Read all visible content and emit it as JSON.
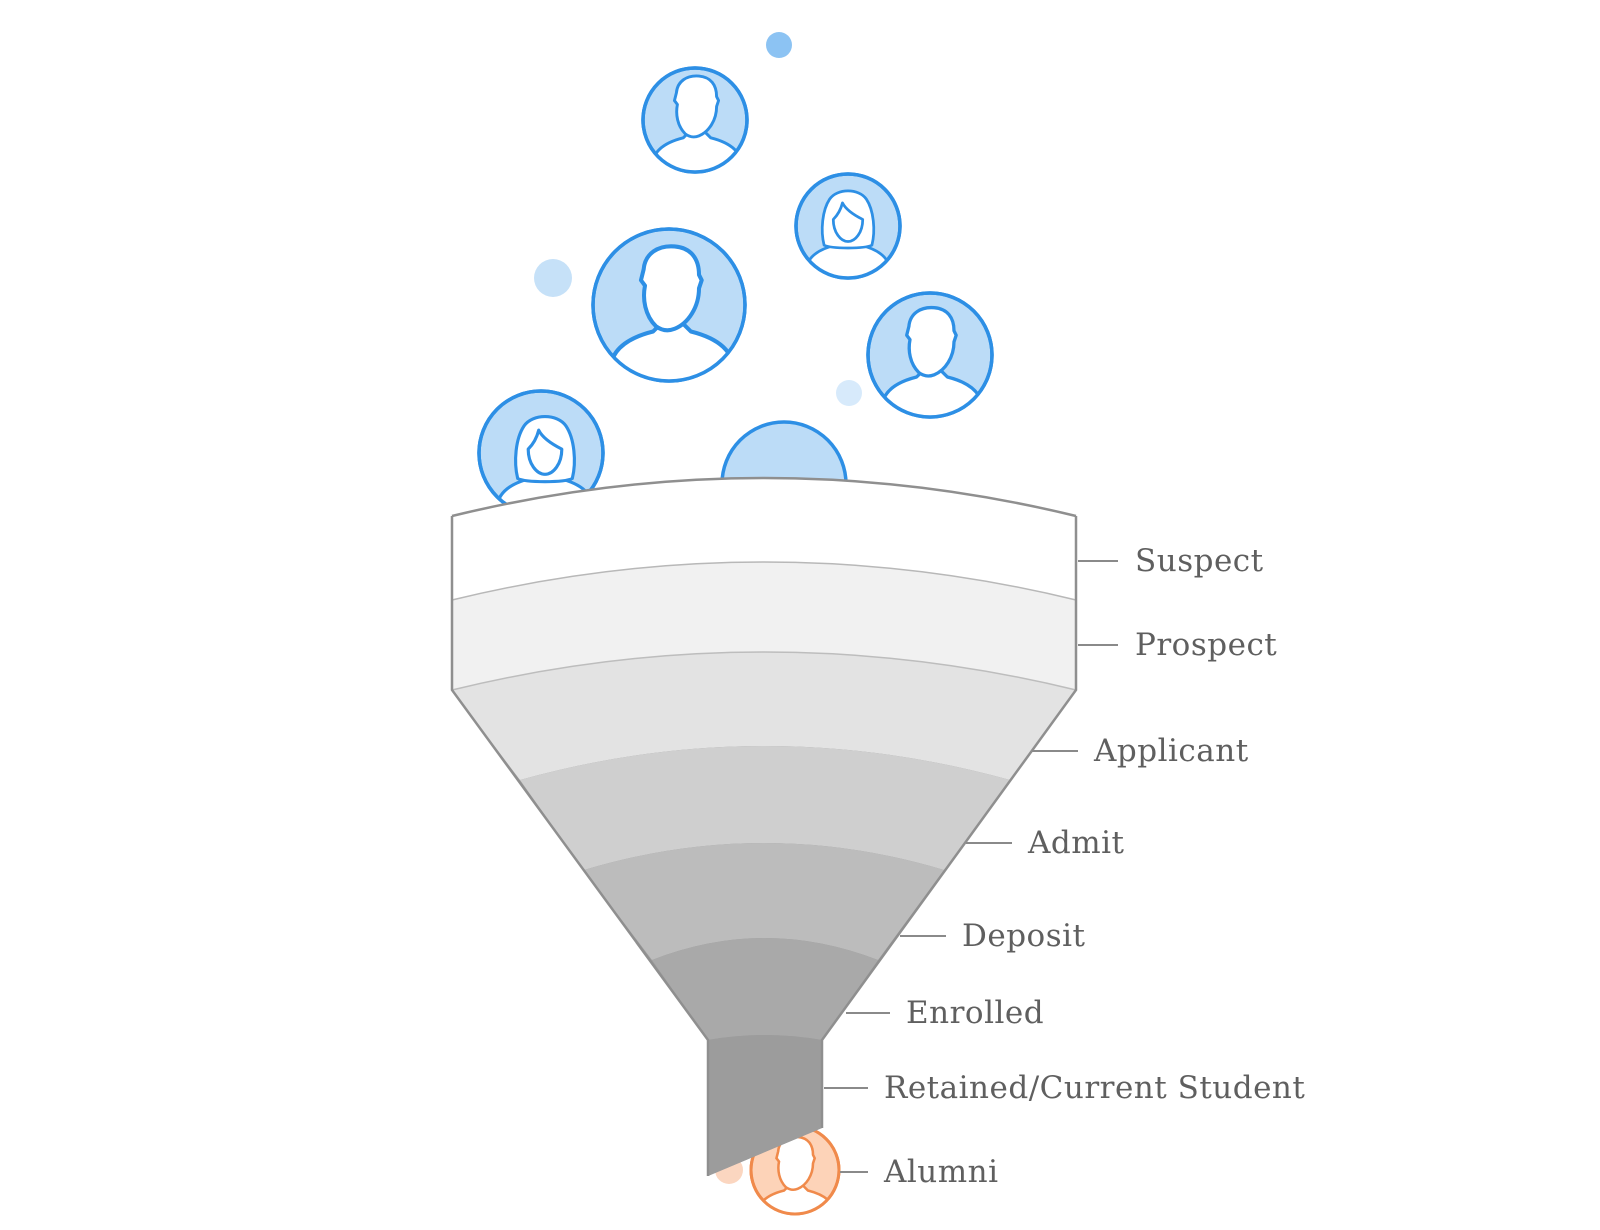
{
  "stages": [
    {
      "name": "Suspect"
    },
    {
      "name": "Prospect"
    },
    {
      "name": "Applicant"
    },
    {
      "name": "Admit"
    },
    {
      "name": "Deposit"
    },
    {
      "name": "Enrolled"
    },
    {
      "name": "Retained/Current Student"
    },
    {
      "name": "Alumni"
    }
  ],
  "colors": {
    "band_fills": [
      "#ffffff",
      "#f1f1f1",
      "#e3e3e3",
      "#cfcfcf",
      "#bcbcbc",
      "#a9a9a9",
      "#9c9c9c"
    ],
    "outline": "#8f8f8f",
    "label_text": "#5f5f5f",
    "person_fill": "#bcdcf7",
    "person_stroke": "#2d8fe5",
    "alumni_fill": "#fdd3b8",
    "alumni_stroke": "#f08a4b"
  },
  "icons": [
    "person-male-icon",
    "person-female-icon",
    "dot-icon"
  ]
}
